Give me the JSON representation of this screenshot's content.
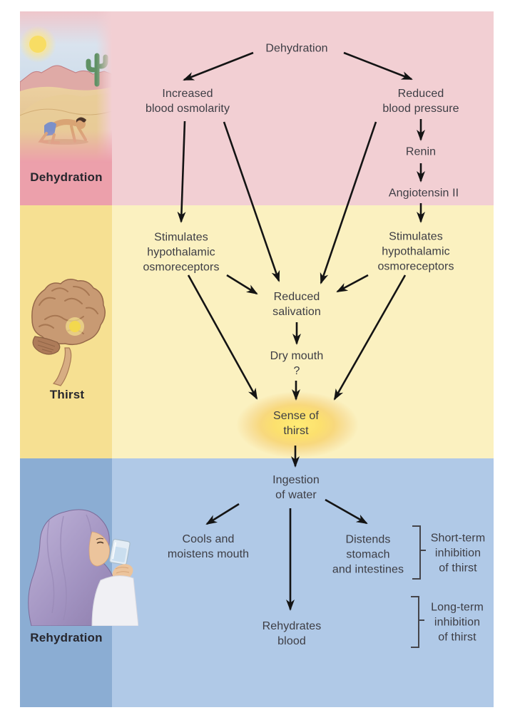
{
  "bands": {
    "dehydration": {
      "label": "Dehydration",
      "sidebar_color": "#eca0ab",
      "main_color": "#f2cfd3"
    },
    "thirst": {
      "label": "Thirst",
      "sidebar_color": "#f6e092",
      "main_color": "#fbf1c0"
    },
    "rehydration": {
      "label": "Rehydration",
      "sidebar_color": "#8badd3",
      "main_color": "#b0c9e7"
    }
  },
  "nodes": {
    "dehydration": "Dehydration",
    "increased_osmolarity": "Increased\nblood osmolarity",
    "reduced_bp": "Reduced\nblood pressure",
    "renin": "Renin",
    "angiotensin": "Angiotensin II",
    "stim_left": "Stimulates\nhypothalamic\nosmoreceptors",
    "stim_right": "Stimulates\nhypothalamic\nosmoreceptors",
    "reduced_salivation": "Reduced\nsalivation",
    "dry_mouth": "Dry mouth\n?",
    "sense_of_thirst": "Sense of\nthirst",
    "ingestion": "Ingestion\nof water",
    "cools": "Cools and\nmoistens mouth",
    "distends": "Distends\nstomach\nand intestines",
    "rehydrates": "Rehydrates\nblood"
  },
  "annotations": {
    "short_term": "Short-term\ninhibition\nof thirst",
    "long_term": "Long-term\ninhibition\nof thirst"
  },
  "colors": {
    "arrow": "#141414",
    "text": "#3d3d44",
    "sense_glow": "#ffec75",
    "bracket": "#45454b"
  },
  "icons": {
    "desert": "desert-illustration",
    "brain": "brain-illustration",
    "woman": "drinking-woman-illustration"
  }
}
